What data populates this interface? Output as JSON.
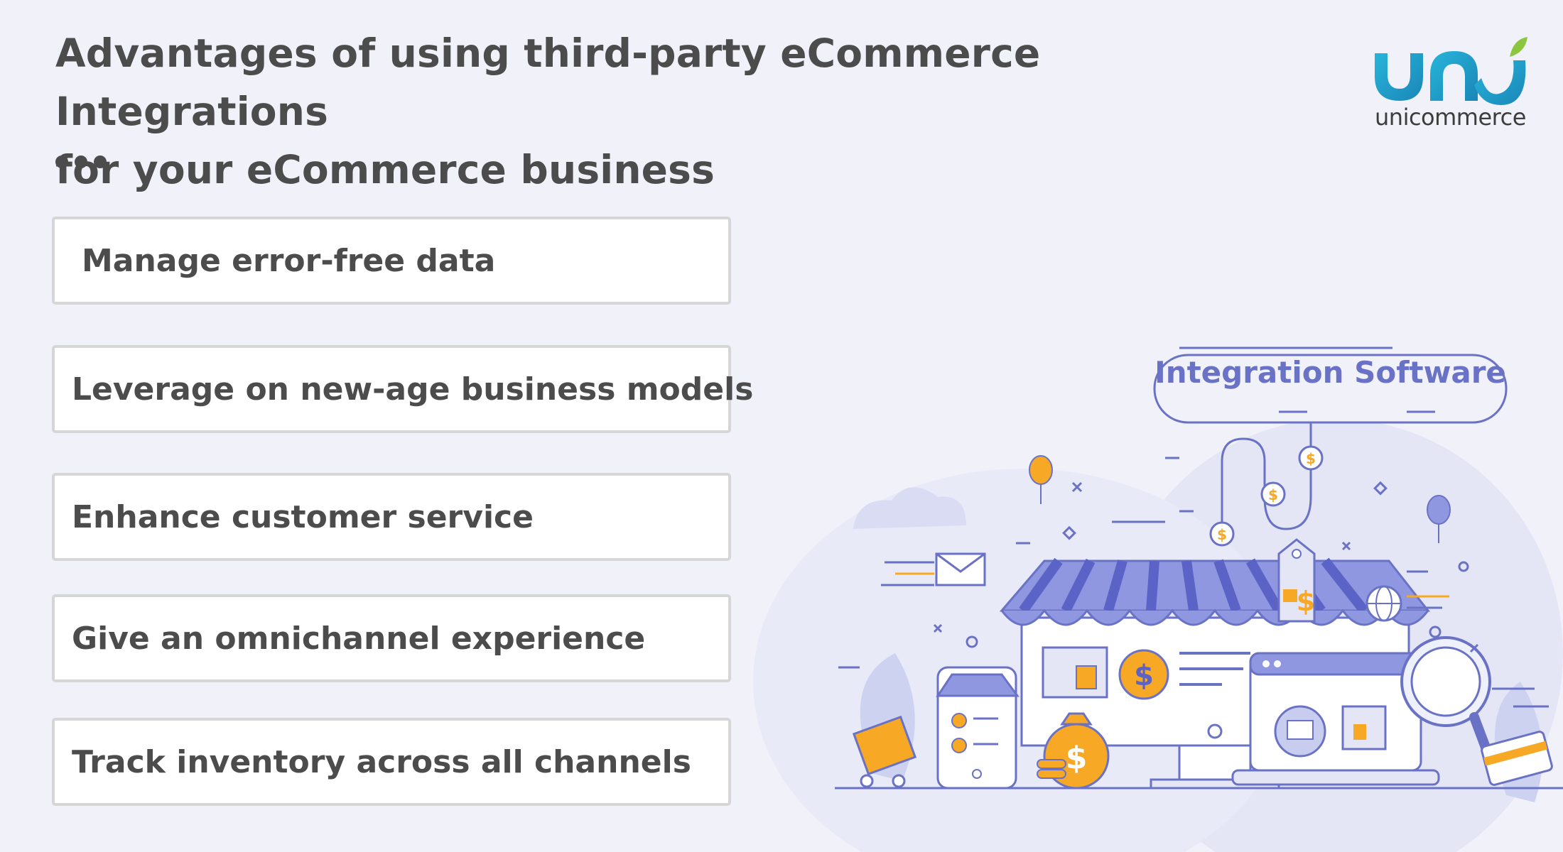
{
  "header": {
    "title_line1": "Advantages of using third-party eCommerce Integrations",
    "title_line2": "for your eCommerce business"
  },
  "logo": {
    "text": "unicommerce",
    "icon": "unicommerce-logo-icon"
  },
  "advantages": [
    {
      "label": "Manage error-free data"
    },
    {
      "label": "Leverage on new-age business models"
    },
    {
      "label": "Enhance customer service"
    },
    {
      "label": "Give an omnichannel experience"
    },
    {
      "label": "Track inventory across all channels"
    }
  ],
  "illustration": {
    "pill_label": "Integration Software",
    "icons": [
      "storefront-icon",
      "tablet-shop-icon",
      "laptop-icon",
      "magnifier-icon",
      "price-tag-icon",
      "envelope-icon",
      "globe-icon",
      "shopping-cart-icon",
      "money-bag-icon",
      "credit-card-icon",
      "balloon-icon",
      "dollar-coin-icon"
    ]
  },
  "colors": {
    "accent": "#6a72c6",
    "orange": "#f7a825",
    "text": "#4c4c4c",
    "logo_teal": "#1aa3c8",
    "logo_green": "#8cc63f"
  }
}
